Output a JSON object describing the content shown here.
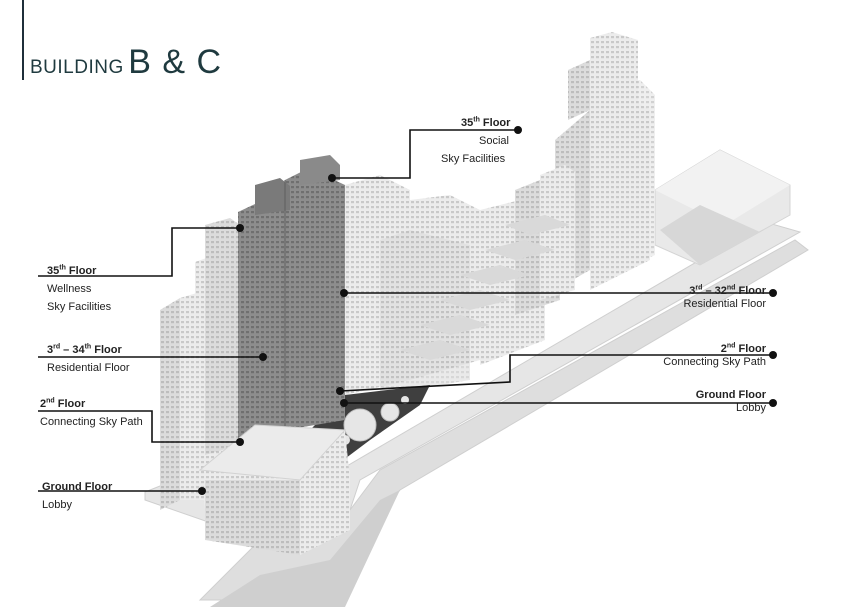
{
  "title": {
    "prefix": "BUILDING",
    "suffix": "B & C"
  },
  "labels": {
    "l35": {
      "num": "35",
      "sup": "th",
      "word": " Floor",
      "line1": "Wellness",
      "line2": "Sky Facilities"
    },
    "l334": {
      "num": "3",
      "sup1": "rd",
      "dash": " – 34",
      "sup2": "th",
      "word": "  Floor",
      "line1": "Residential Floor"
    },
    "l2": {
      "num": "2",
      "sup": "nd",
      "word": " Floor",
      "line1": "Connecting Sky Path"
    },
    "lg": {
      "head": "Ground Floor",
      "line1": "Lobby"
    },
    "r35": {
      "num": "35",
      "sup": "th",
      "word": " Floor",
      "line1": "Social",
      "line2": "Sky Facilities"
    },
    "r332": {
      "num": "3",
      "sup1": "rd",
      "dash": " – 32",
      "sup2": "nd",
      "word": "  Floor",
      "line1": "Residential Floor"
    },
    "r2": {
      "num": "2",
      "sup": "nd",
      "word": " Floor",
      "line1": "Connecting Sky Path"
    },
    "rg": {
      "head": "Ground Floor",
      "line1": "Lobby"
    }
  },
  "colors": {
    "line": "#111111",
    "title": "#1f3a3f"
  }
}
